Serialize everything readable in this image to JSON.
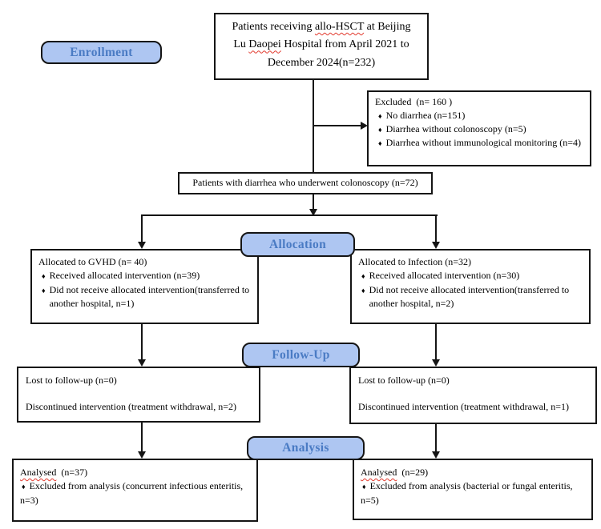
{
  "bullet": "♦",
  "stages": {
    "enrollment": "Enrollment",
    "allocation": "Allocation",
    "followup": "Follow-Up",
    "analysis": "Analysis"
  },
  "boxes": {
    "top": {
      "line1_pre": "Patients receiving ",
      "line1_word": "allo-HSCT",
      "line1_post": " at Beijing",
      "line2_pre": "Lu ",
      "line2_word": "Daopei",
      "line2_post": " Hospital from April 2021 to",
      "line3": "December 2024(n=232)"
    },
    "excluded": {
      "title": "Excluded  (n= 160 )",
      "items": [
        "No diarrhea (n=151)",
        "Diarrhea without colonoscopy (n=5)",
        "Diarrhea without immunological monitoring (n=4)"
      ]
    },
    "colonoscopy": {
      "text": "Patients with diarrhea who underwent colonoscopy (n=72)"
    },
    "alloc_left": {
      "title": "Allocated to GVHD (n= 40)",
      "items": [
        "Received allocated intervention (n=39)",
        "Did not receive allocated intervention(transferred to another hospital, n=1)"
      ]
    },
    "alloc_right": {
      "title": "Allocated to Infection (n=32)",
      "items": [
        "Received allocated intervention (n=30)",
        "Did not receive allocated intervention(transferred to another hospital, n=2)"
      ]
    },
    "followup_left": {
      "line1": "Lost to follow-up (n=0)",
      "line2": "Discontinued intervention (treatment withdrawal, n=2)"
    },
    "followup_right": {
      "line1": "Lost to follow-up (n=0)",
      "line2": "Discontinued intervention (treatment withdrawal, n=1)"
    },
    "analysis_left": {
      "title_word": "Analysed",
      "title_rest": "  (n=37)",
      "item": "Excluded from analysis (concurrent infectious enteritis, n=3)"
    },
    "analysis_right": {
      "title_word": "Analysed",
      "title_rest": "  (n=29)",
      "item": "Excluded from analysis (bacterial or fungal enteritis, n=5)"
    }
  },
  "colors": {
    "stage_fill": "#aec6f2",
    "stage_text": "#4a7bc4",
    "line": "#151515",
    "misspell_underline": "#e23a2e"
  }
}
